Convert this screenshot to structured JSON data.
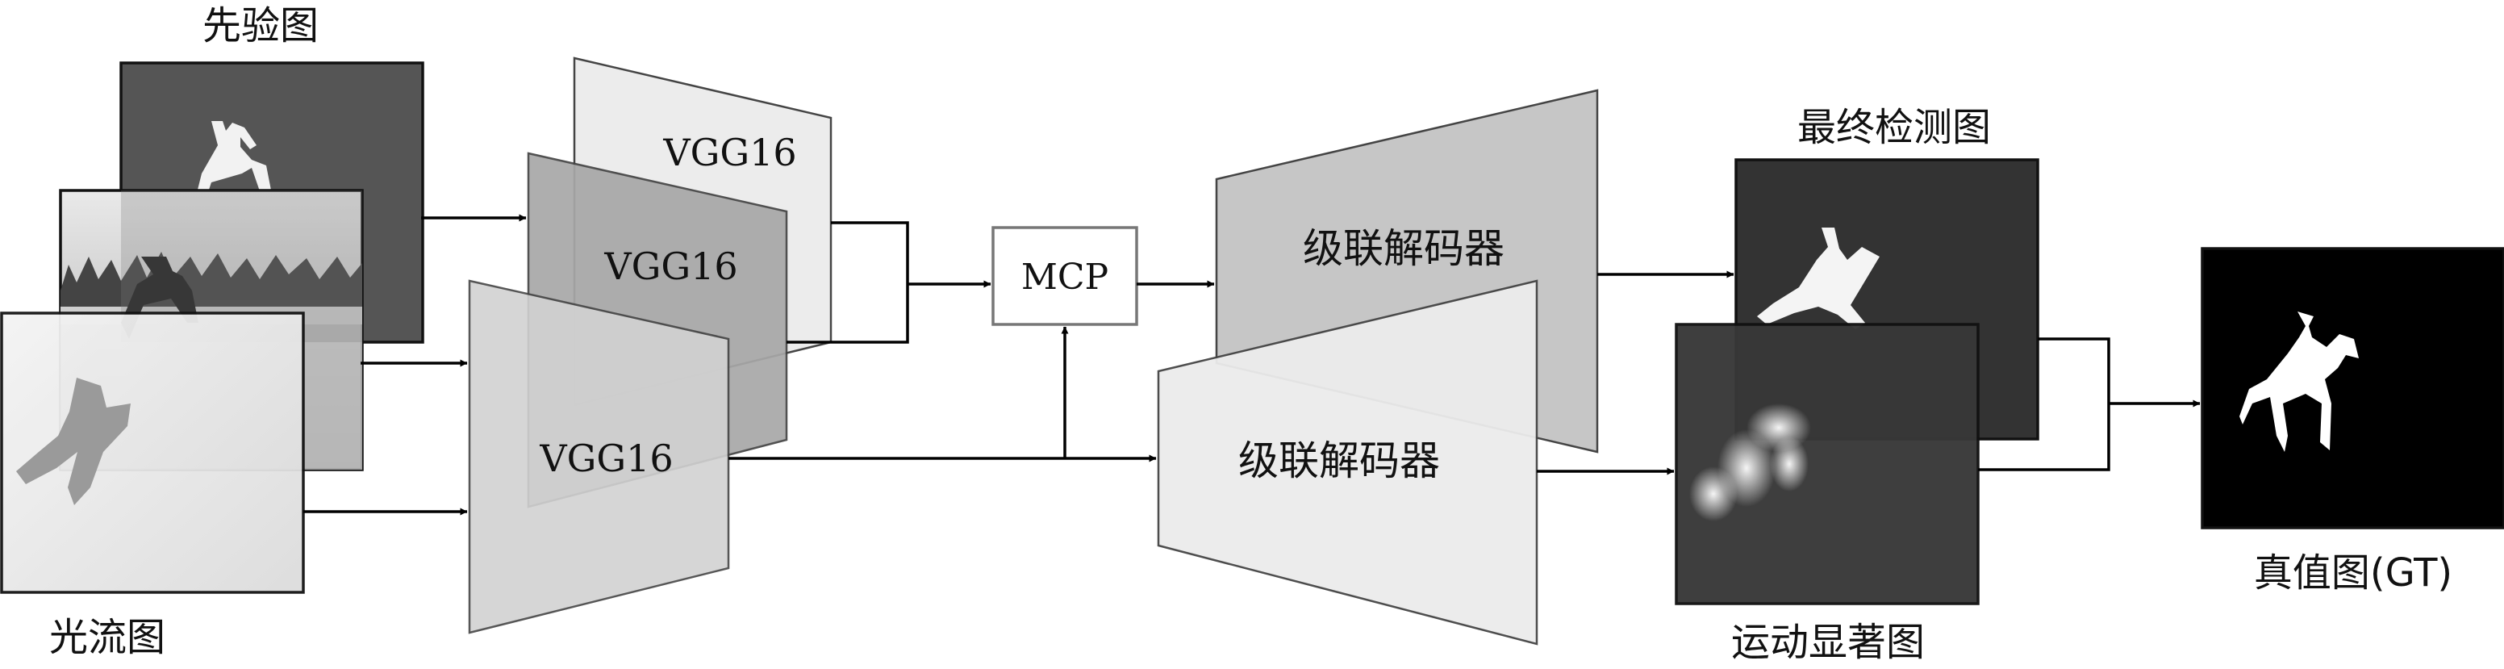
{
  "labels": {
    "prior_map": "先验图",
    "optical_flow": "光流图",
    "final_detection": "最终检测图",
    "motion_saliency": "运动显著图",
    "ground_truth": "真值图(GT)"
  },
  "modules": {
    "vgg_top": "VGG16",
    "vgg_middle": "VGG16",
    "vgg_bottom": "VGG16",
    "mcp": "MCP",
    "decoder_top": "级联解码器",
    "decoder_bottom": "级联解码器"
  },
  "colors": {
    "vgg_top": "#ececec",
    "vgg_middle": "#a8a8a8",
    "vgg_bottom": "#d2d2d2",
    "decoder_top": "#c6c6c6",
    "decoder_bottom": "#ececec",
    "prior_map_bg": "#555555",
    "detection_bg": "#333333",
    "saliency_bg": "#383838",
    "gt_bg": "#000000"
  }
}
